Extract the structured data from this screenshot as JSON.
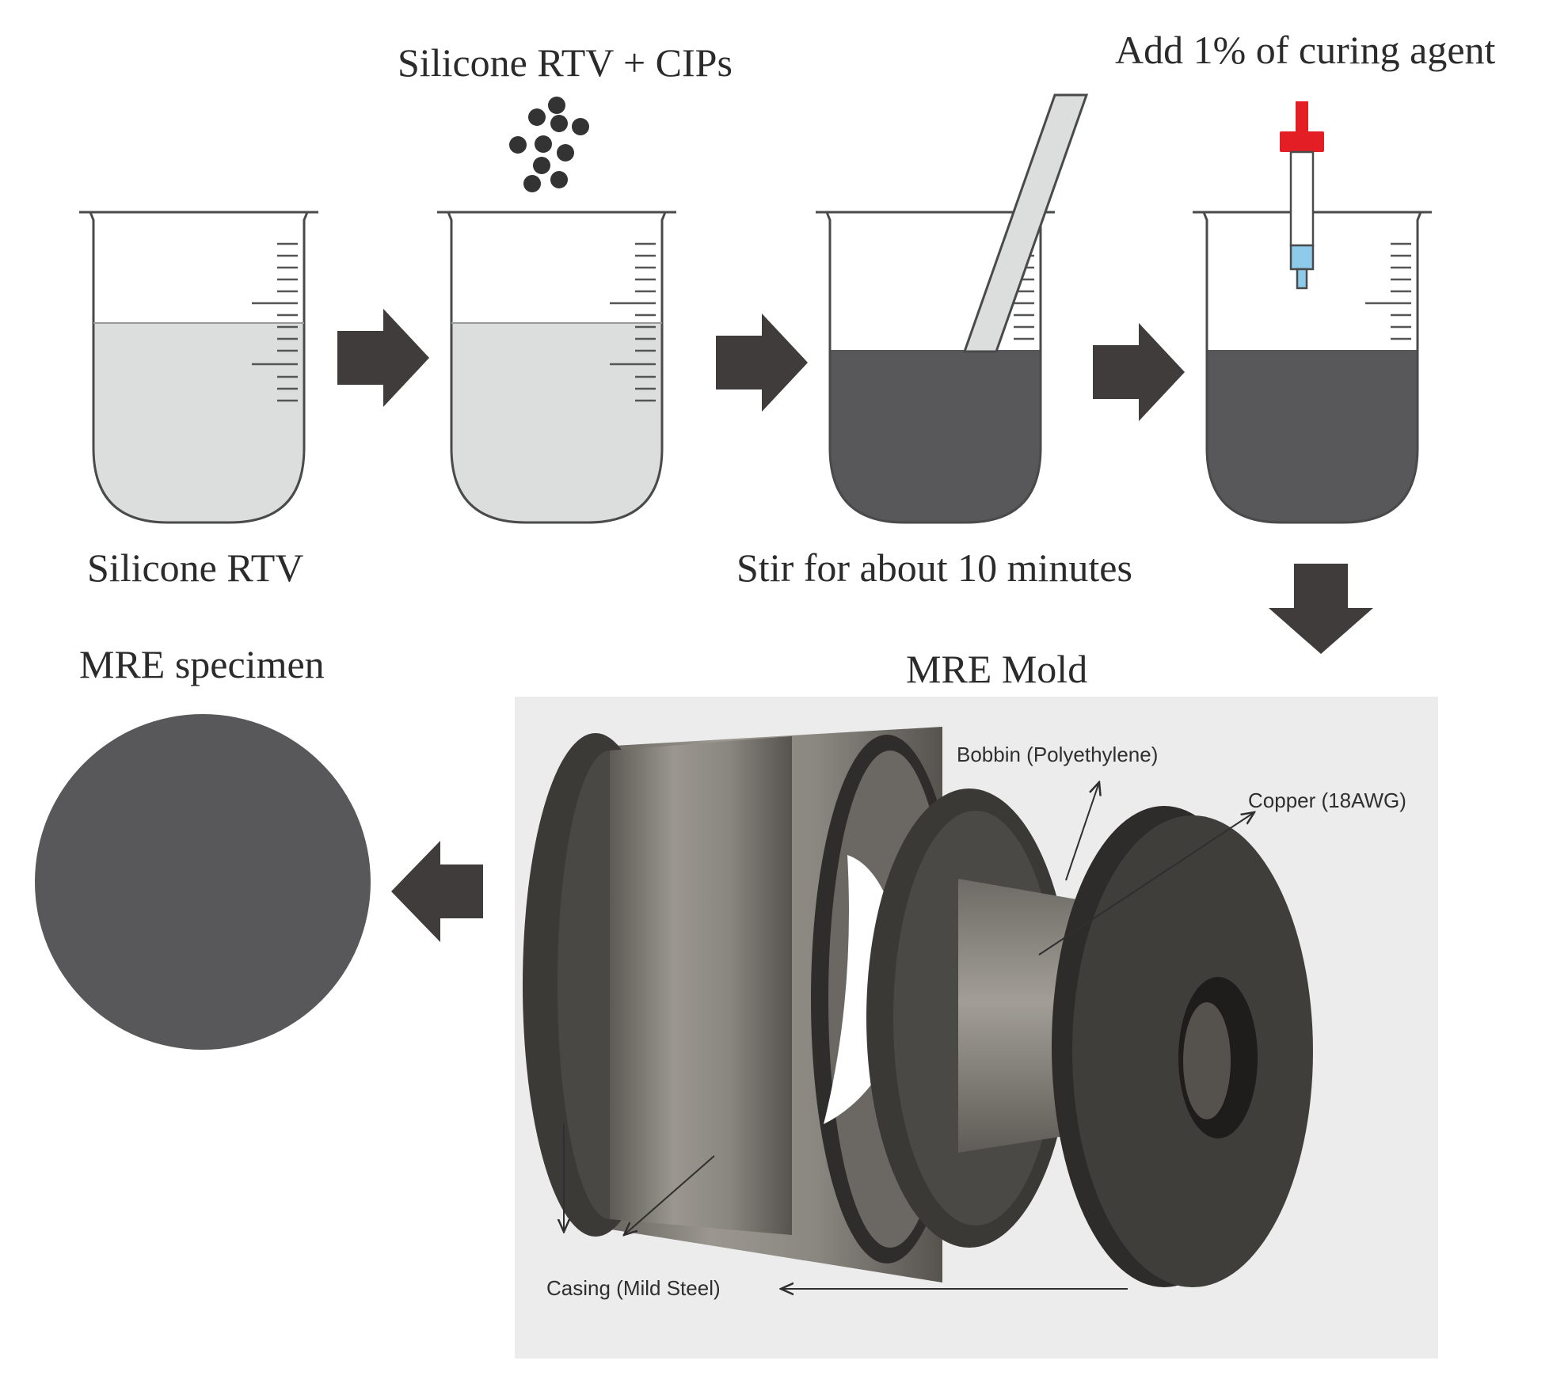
{
  "labels": {
    "step1": "Silicone RTV",
    "step2": "Silicone RTV + CIPs",
    "step3": "Stir for about 10 minutes",
    "step4": "Add 1% of curing agent",
    "mold_title": "MRE Mold",
    "specimen_title": "MRE specimen"
  },
  "mold_parts": {
    "bobbin": "Bobbin (Polyethylene)",
    "copper": "Copper (18AWG)",
    "casing": "Casing (Mild Steel)"
  },
  "colors": {
    "liquid_light": "#dcdedd",
    "liquid_dark": "#58585a",
    "arrow": "#3f3c3b",
    "dropper_bulb": "#e31e24",
    "dropper_tip": "#8ecbea",
    "mold_background": "#ececec",
    "specimen": "#58585a"
  }
}
